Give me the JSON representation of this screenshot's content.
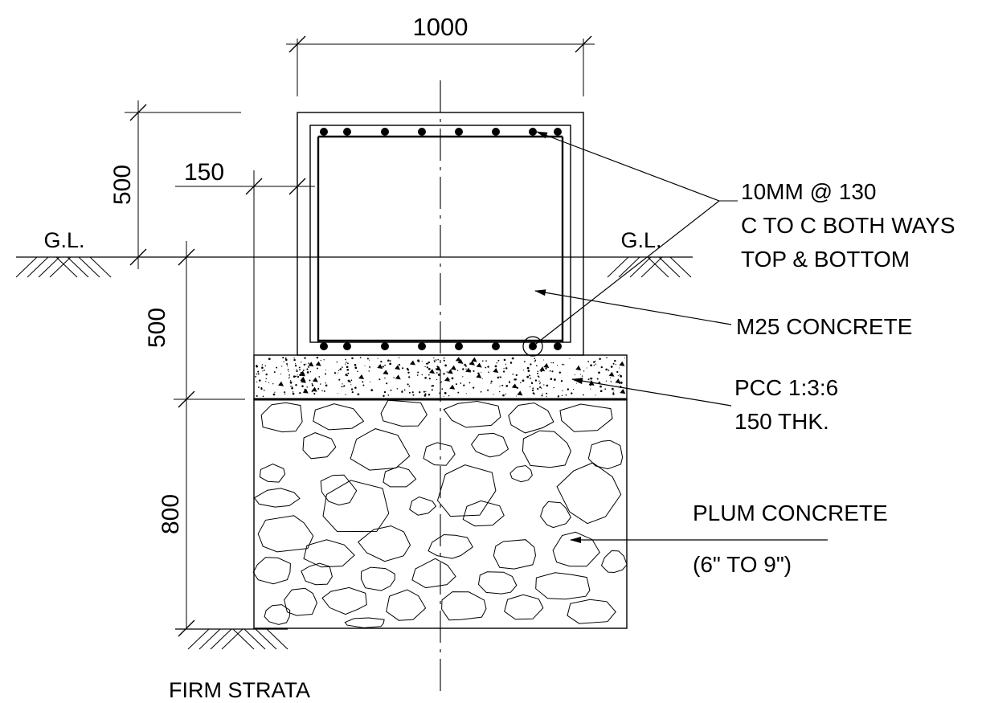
{
  "dimensions": {
    "width_top": "1000",
    "height_above_gl": "500",
    "offset_left": "150",
    "depth_below_gl": "500",
    "plum_depth": "800"
  },
  "ground_labels": {
    "left": "G.L.",
    "right": "G.L.",
    "bottom": "FIRM STRATA"
  },
  "callouts": {
    "rebar": [
      "10MM @ 130",
      "C TO C BOTH WAYS",
      "TOP & BOTTOM"
    ],
    "concrete": "M25 CONCRETE",
    "pcc": [
      "PCC 1:3:6",
      "150 THK."
    ],
    "plum": [
      "PLUM CONCRETE",
      "(6\" TO 9\")"
    ]
  }
}
